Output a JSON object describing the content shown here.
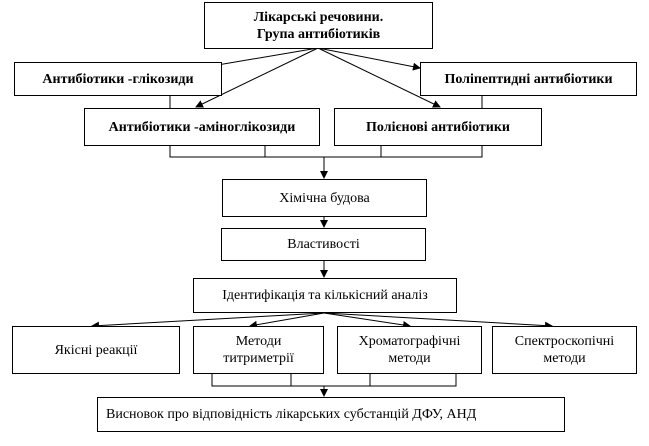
{
  "diagram": {
    "top": {
      "line1": "Лікарські речовини.",
      "line2": "Група антибіотиків"
    },
    "groups": {
      "glycosides": "Антибіотики -глікозиди",
      "polypeptides": "Поліпептидні антибіотики",
      "aminoglycosides": "Антибіотики -аміноглікозиди",
      "polyenes": "Полієнові антибіотики"
    },
    "steps": {
      "structure": "Хімічна будова",
      "properties": "Властивості",
      "identification": "Ідентифікація та кількісний аналіз"
    },
    "methods": {
      "qualitative": "Якісні реакції",
      "titrimetry": {
        "line1": "Методи",
        "line2": "титриметрії"
      },
      "chromatography": {
        "line1": "Хроматографічні",
        "line2": "методи"
      },
      "spectroscopy": {
        "line1": "Спектроскопічні",
        "line2": "методи"
      }
    },
    "conclusion": "Висновок про відповідність лікарських субстанцій ДФУ, АНД"
  }
}
